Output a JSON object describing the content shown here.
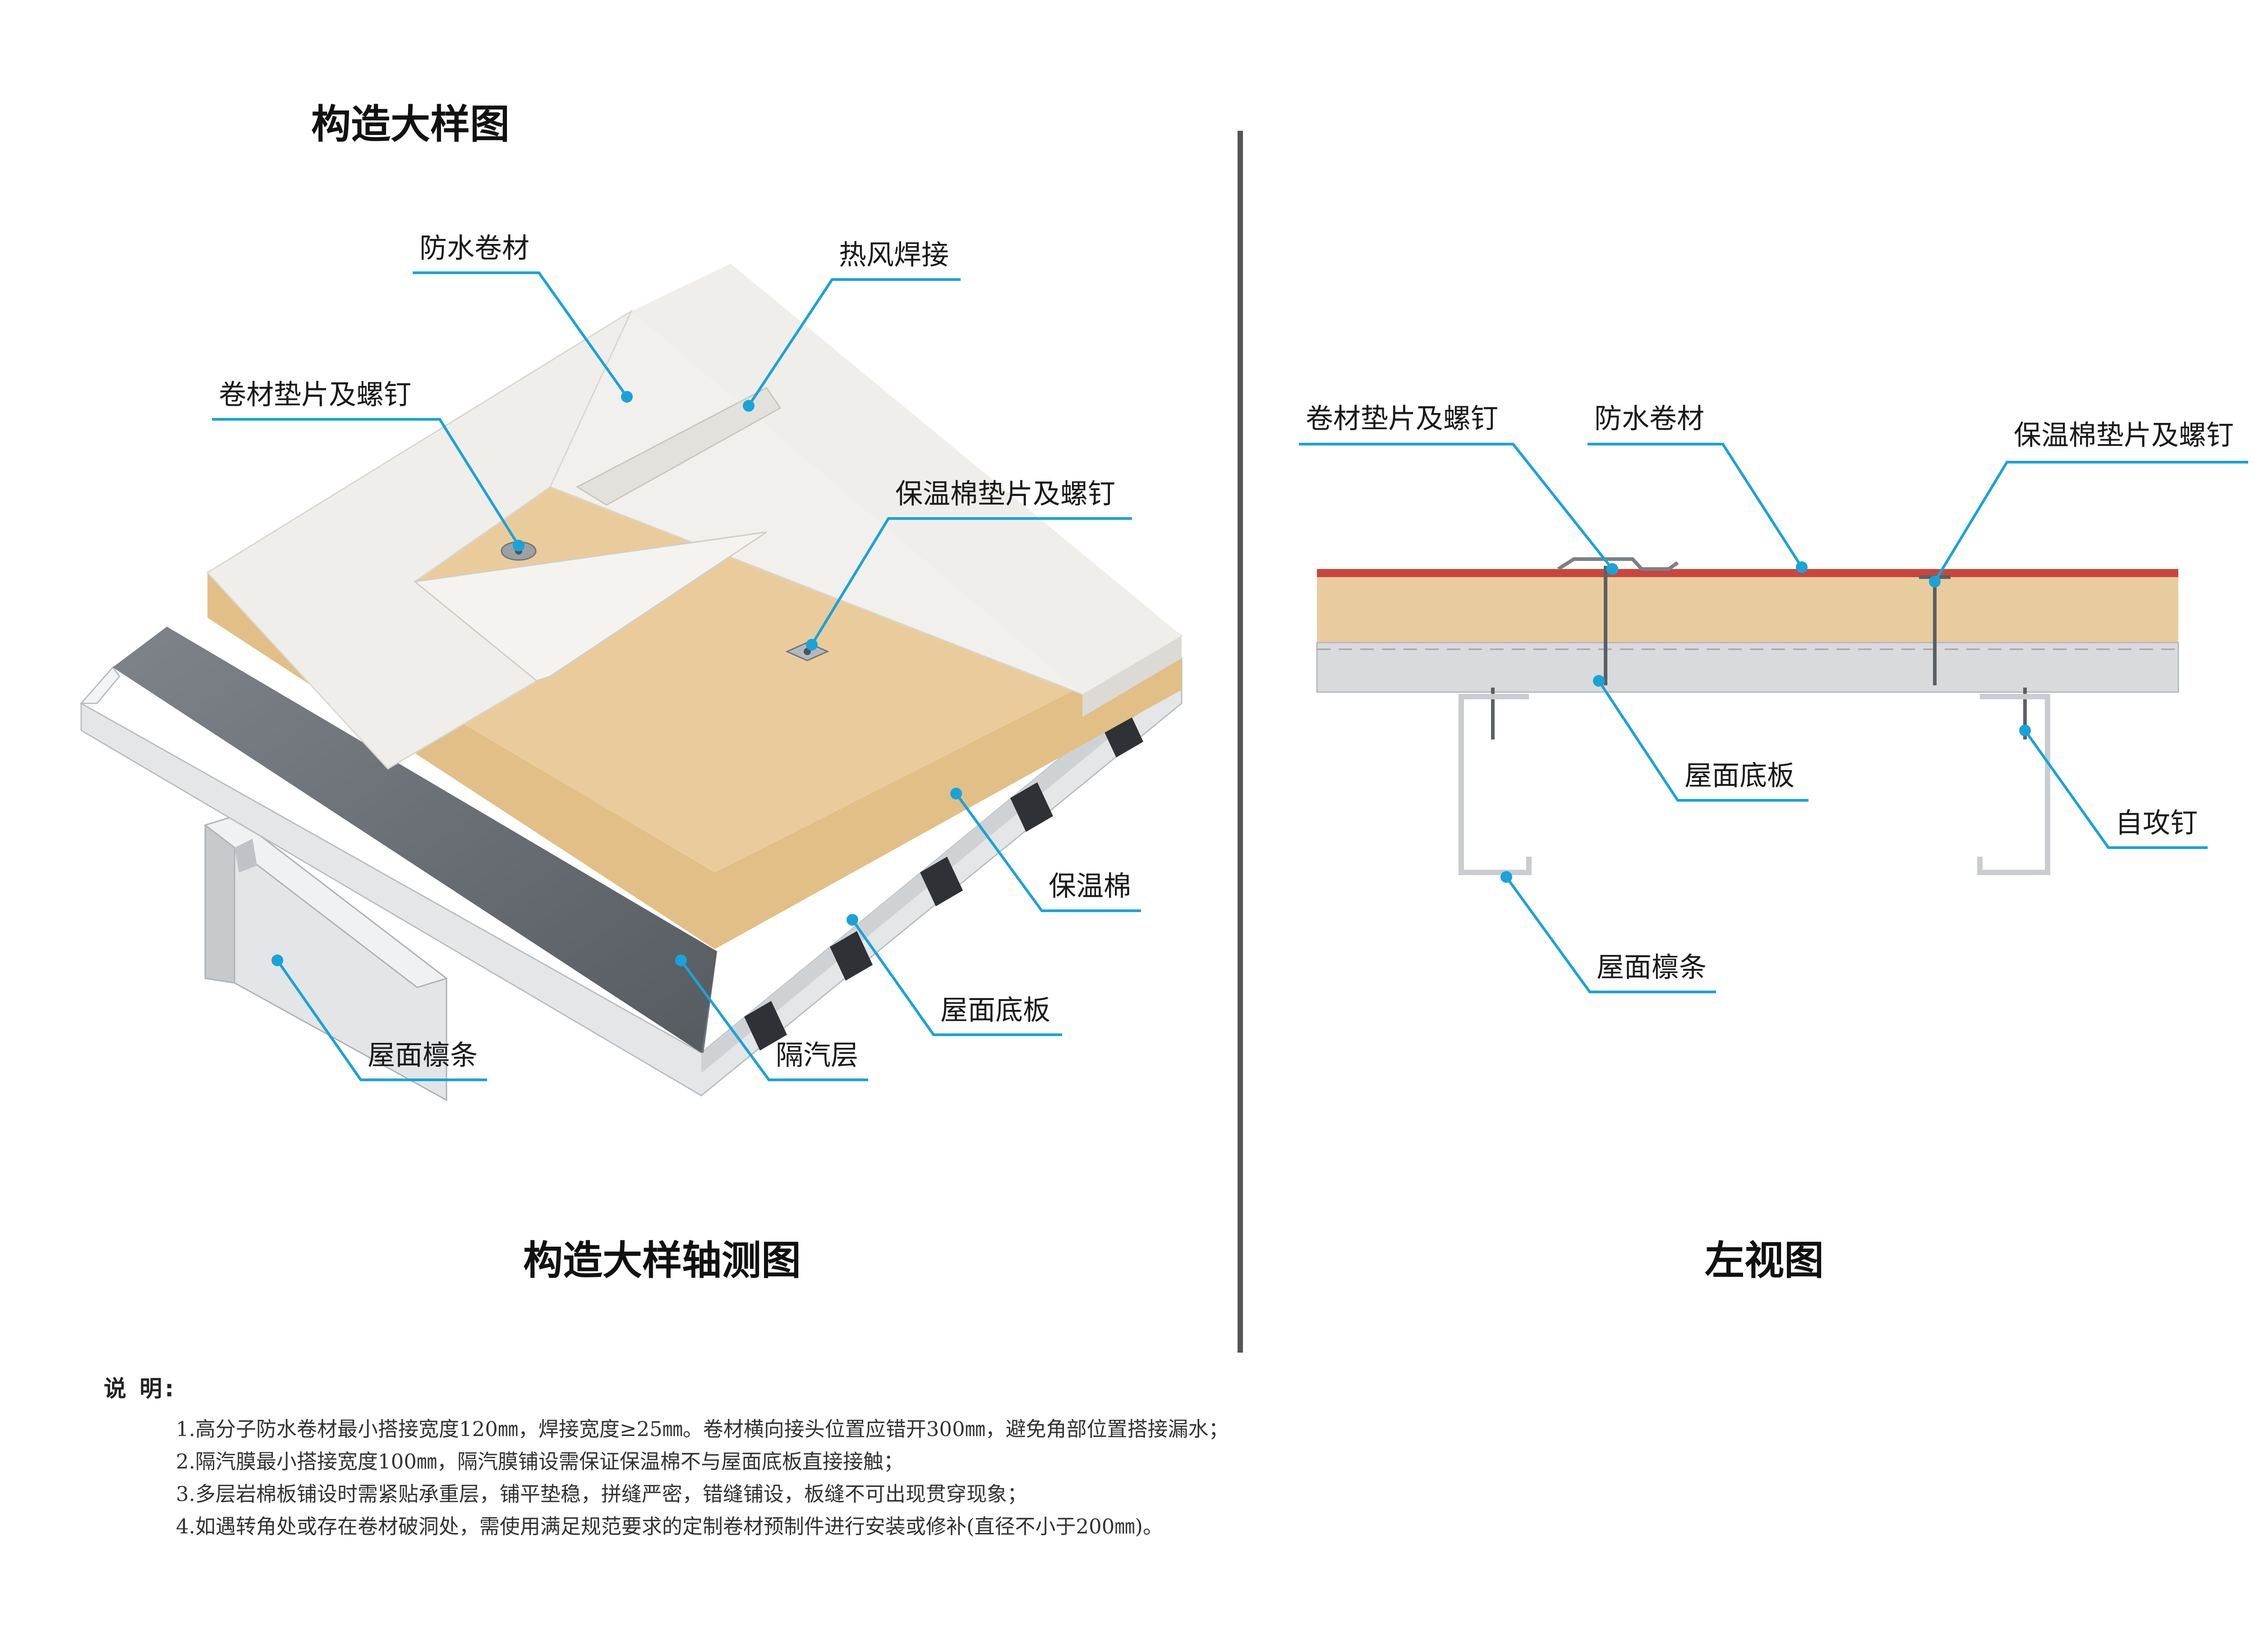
{
  "titles": {
    "main": "构造大样图",
    "axonometric": "构造大样轴测图",
    "left_view": "左视图"
  },
  "axonometric_labels": {
    "waterproof_membrane": "防水卷材",
    "hot_air_welding": "热风焊接",
    "membrane_washer_screw": "卷材垫片及螺钉",
    "insulation_washer_screw": "保温棉垫片及螺钉",
    "insulation_wool": "保温棉",
    "roof_deck": "屋面底板",
    "vapor_barrier": "隔汽层",
    "roof_purlin": "屋面檩条"
  },
  "left_view_labels": {
    "membrane_washer_screw": "卷材垫片及螺钉",
    "waterproof_membrane": "防水卷材",
    "insulation_washer_screw": "保温棉垫片及螺钉",
    "roof_deck": "屋面底板",
    "self_tapping_screw": "自攻钉",
    "roof_purlin": "屋面檩条"
  },
  "notes": {
    "heading": "说 明:",
    "items": [
      "1.高分子防水卷材最小搭接宽度120㎜，焊接宽度≥25㎜。卷材横向接头位置应错开300㎜，避免角部位置搭接漏水；",
      "2.隔汽膜最小搭接宽度100㎜，隔汽膜铺设需保证保温棉不与屋面底板直接接触；",
      "3.多层岩棉板铺设时需紧贴承重层，铺平垫稳，拼缝严密，错缝铺设，板缝不可出现贯穿现象；",
      "4.如遇转角处或存在卷材破洞处，需使用满足规范要求的定制卷材预制件进行安装或修补(直径不小于200㎜)。"
    ]
  },
  "colors": {
    "leader": "#1aa3d8",
    "membrane": "#efeeea",
    "insulation": "#e9cc9d",
    "vapor_barrier": "#6f747a",
    "steel": "#d8dadc",
    "roof_red": "#c8463f",
    "divider": "#555555"
  }
}
